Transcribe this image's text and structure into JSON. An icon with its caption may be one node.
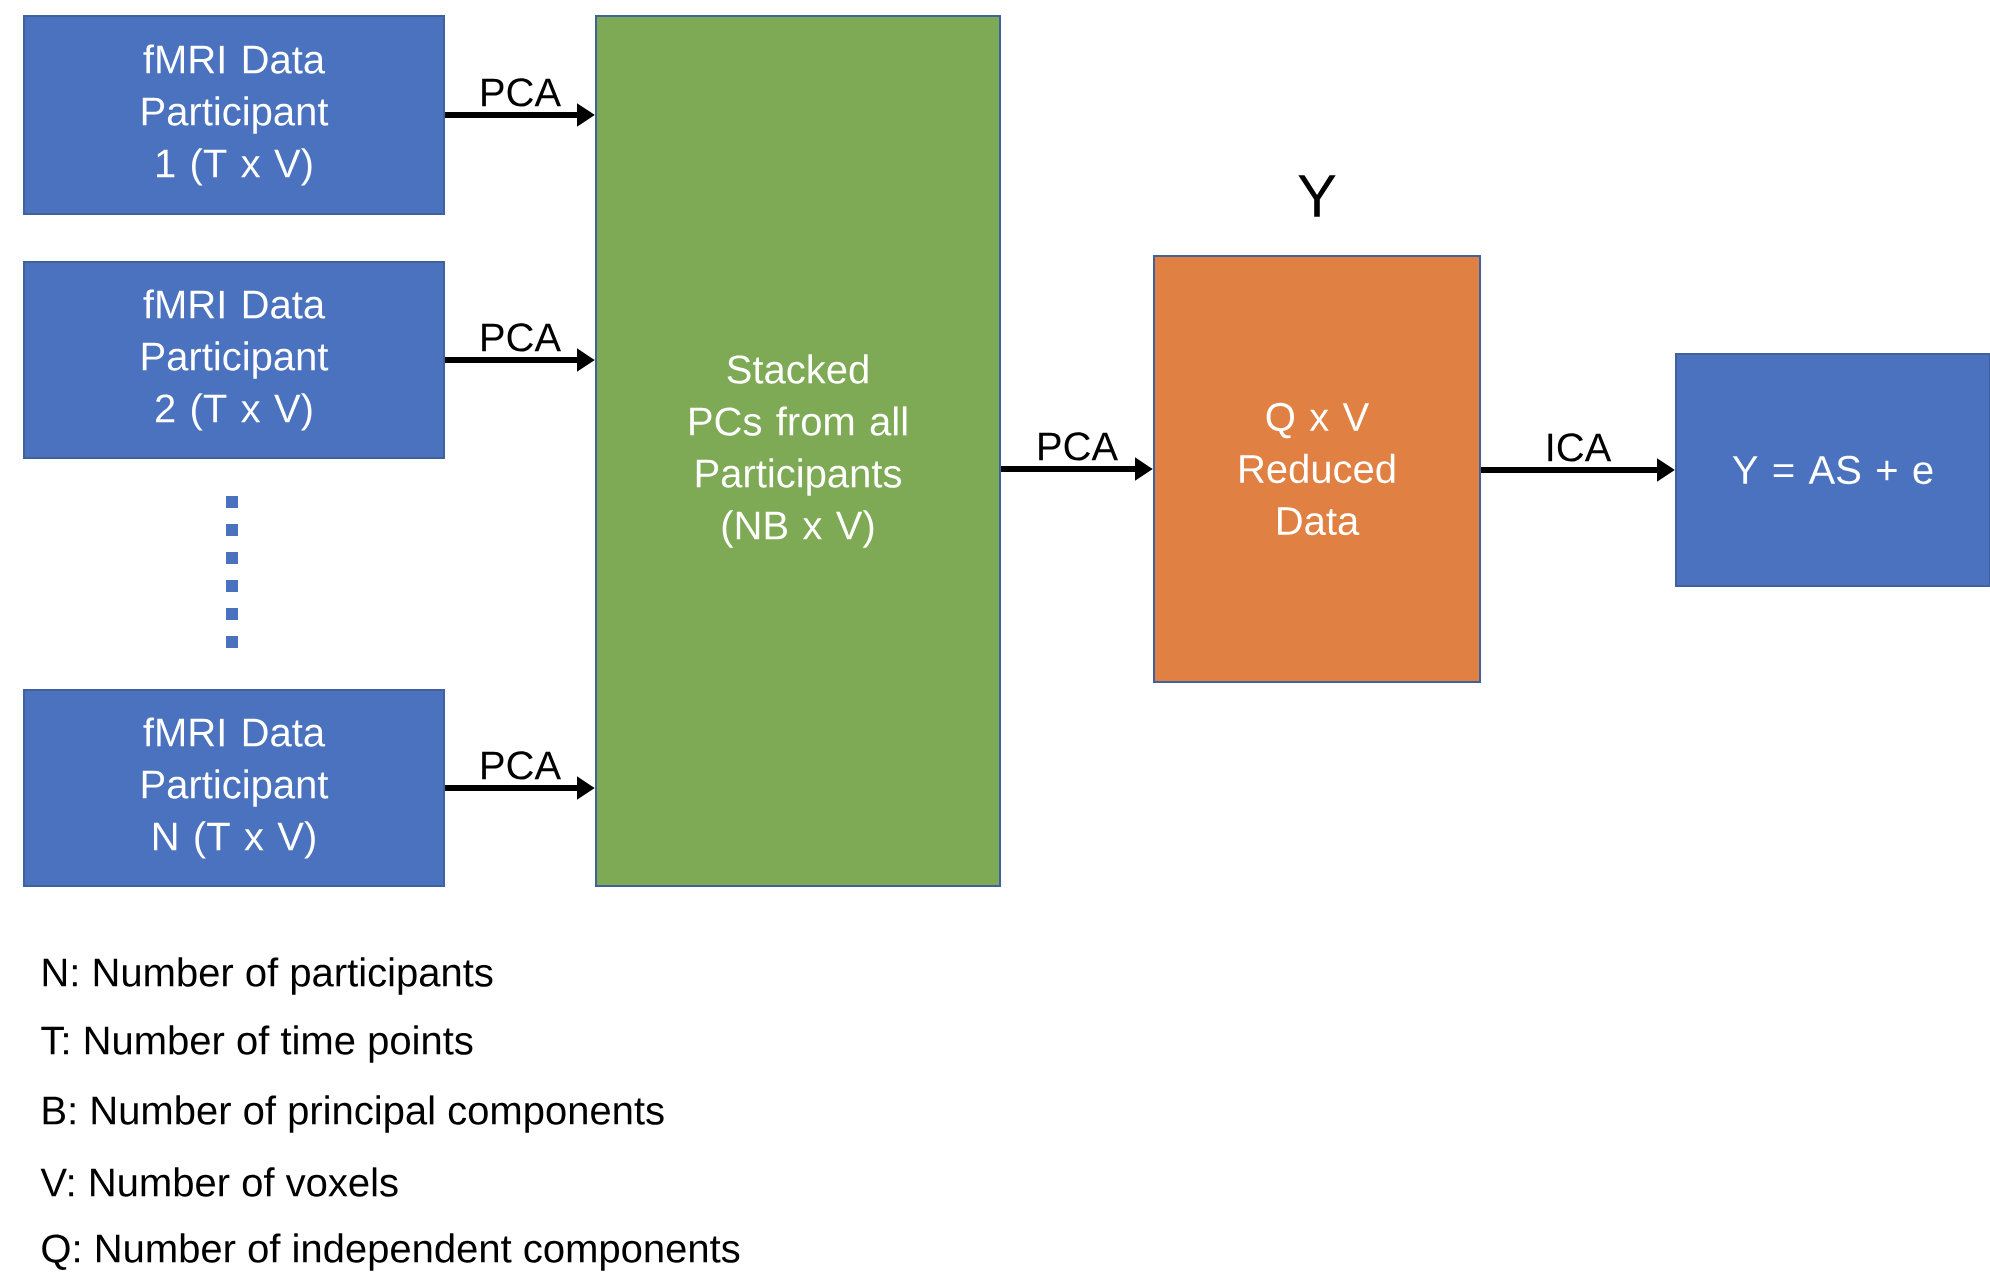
{
  "diagram": {
    "nodes": [
      {
        "text": [
          "fMRI Data Participant 1 (T x V)"
        ]
      },
      {
        "text": [
          "fMRI Data Participant 2 (T x V)"
        ]
      },
      {
        "text": [
          "fMRI Data Participant N (T x V)"
        ]
      },
      {
        "text": [
          "Stacked PCs from all Participants (NB x V)"
        ]
      },
      {
        "text": [
          "Q x V Reduced Data"
        ],
        "beside": [
          "Y"
        ]
      },
      {
        "text": [
          "Y = AS + e"
        ]
      }
    ],
    "edges": [
      {
        "from": 0,
        "to": 3,
        "arrow": "to",
        "label": "PCA"
      },
      {
        "from": 1,
        "to": 3,
        "arrow": "to",
        "label": "PCA"
      },
      {
        "from": 2,
        "to": 3,
        "arrow": "to",
        "label": "PCA"
      },
      {
        "from": 3,
        "to": 4,
        "arrow": "to",
        "label": "PCA"
      },
      {
        "from": 4,
        "to": 5,
        "arrow": "to",
        "label": "ICA"
      }
    ],
    "labels": [
      "N: Number of participants",
      "T: Number of time points",
      "B: Number of principal components",
      "V: Number of voxels",
      "Q: Number of independent components"
    ]
  }
}
